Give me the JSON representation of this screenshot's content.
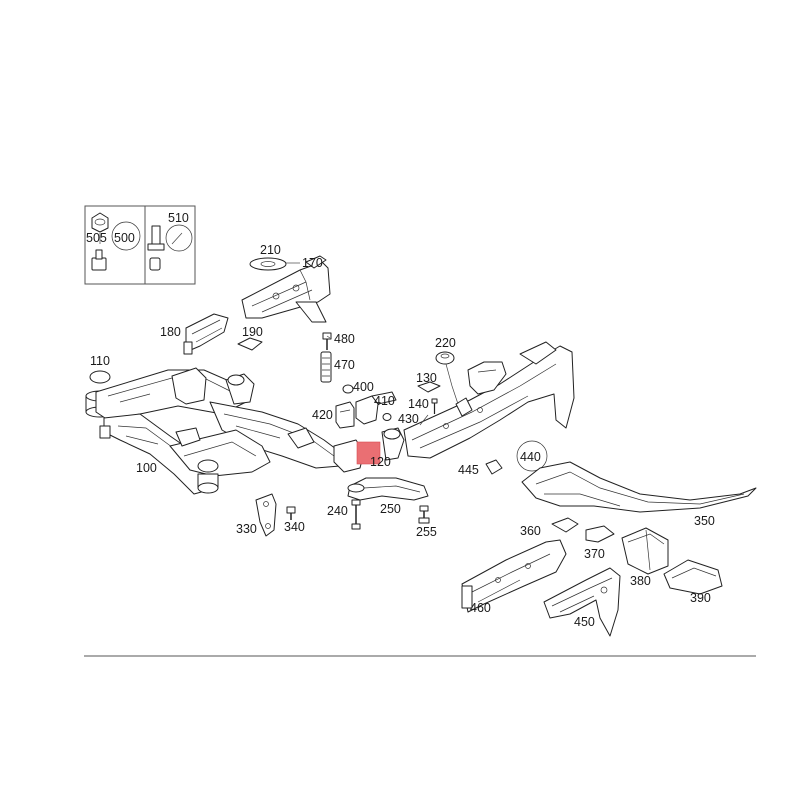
{
  "diagram": {
    "parts": [
      {
        "id": "100",
        "label": "100"
      },
      {
        "id": "110",
        "label": "110"
      },
      {
        "id": "120",
        "label": "120",
        "highlighted": true
      },
      {
        "id": "130",
        "label": "130"
      },
      {
        "id": "140",
        "label": "140"
      },
      {
        "id": "170",
        "label": "170"
      },
      {
        "id": "180",
        "label": "180"
      },
      {
        "id": "190",
        "label": "190"
      },
      {
        "id": "210",
        "label": "210"
      },
      {
        "id": "220",
        "label": "220"
      },
      {
        "id": "240",
        "label": "240"
      },
      {
        "id": "250",
        "label": "250"
      },
      {
        "id": "255",
        "label": "255"
      },
      {
        "id": "330",
        "label": "330"
      },
      {
        "id": "340",
        "label": "340"
      },
      {
        "id": "350",
        "label": "350"
      },
      {
        "id": "360",
        "label": "360"
      },
      {
        "id": "370",
        "label": "370"
      },
      {
        "id": "380",
        "label": "380"
      },
      {
        "id": "390",
        "label": "390"
      },
      {
        "id": "400",
        "label": "400"
      },
      {
        "id": "410",
        "label": "410"
      },
      {
        "id": "420",
        "label": "420"
      },
      {
        "id": "430",
        "label": "430"
      },
      {
        "id": "440",
        "label": "440"
      },
      {
        "id": "445",
        "label": "445"
      },
      {
        "id": "450",
        "label": "450"
      },
      {
        "id": "460",
        "label": "460"
      },
      {
        "id": "470",
        "label": "470"
      },
      {
        "id": "480",
        "label": "480"
      },
      {
        "id": "500",
        "label": "500"
      },
      {
        "id": "505",
        "label": "505"
      },
      {
        "id": "510",
        "label": "510"
      }
    ],
    "colors": {
      "line": "#222222",
      "highlight": "#ea6f73",
      "background": "#ffffff"
    }
  }
}
